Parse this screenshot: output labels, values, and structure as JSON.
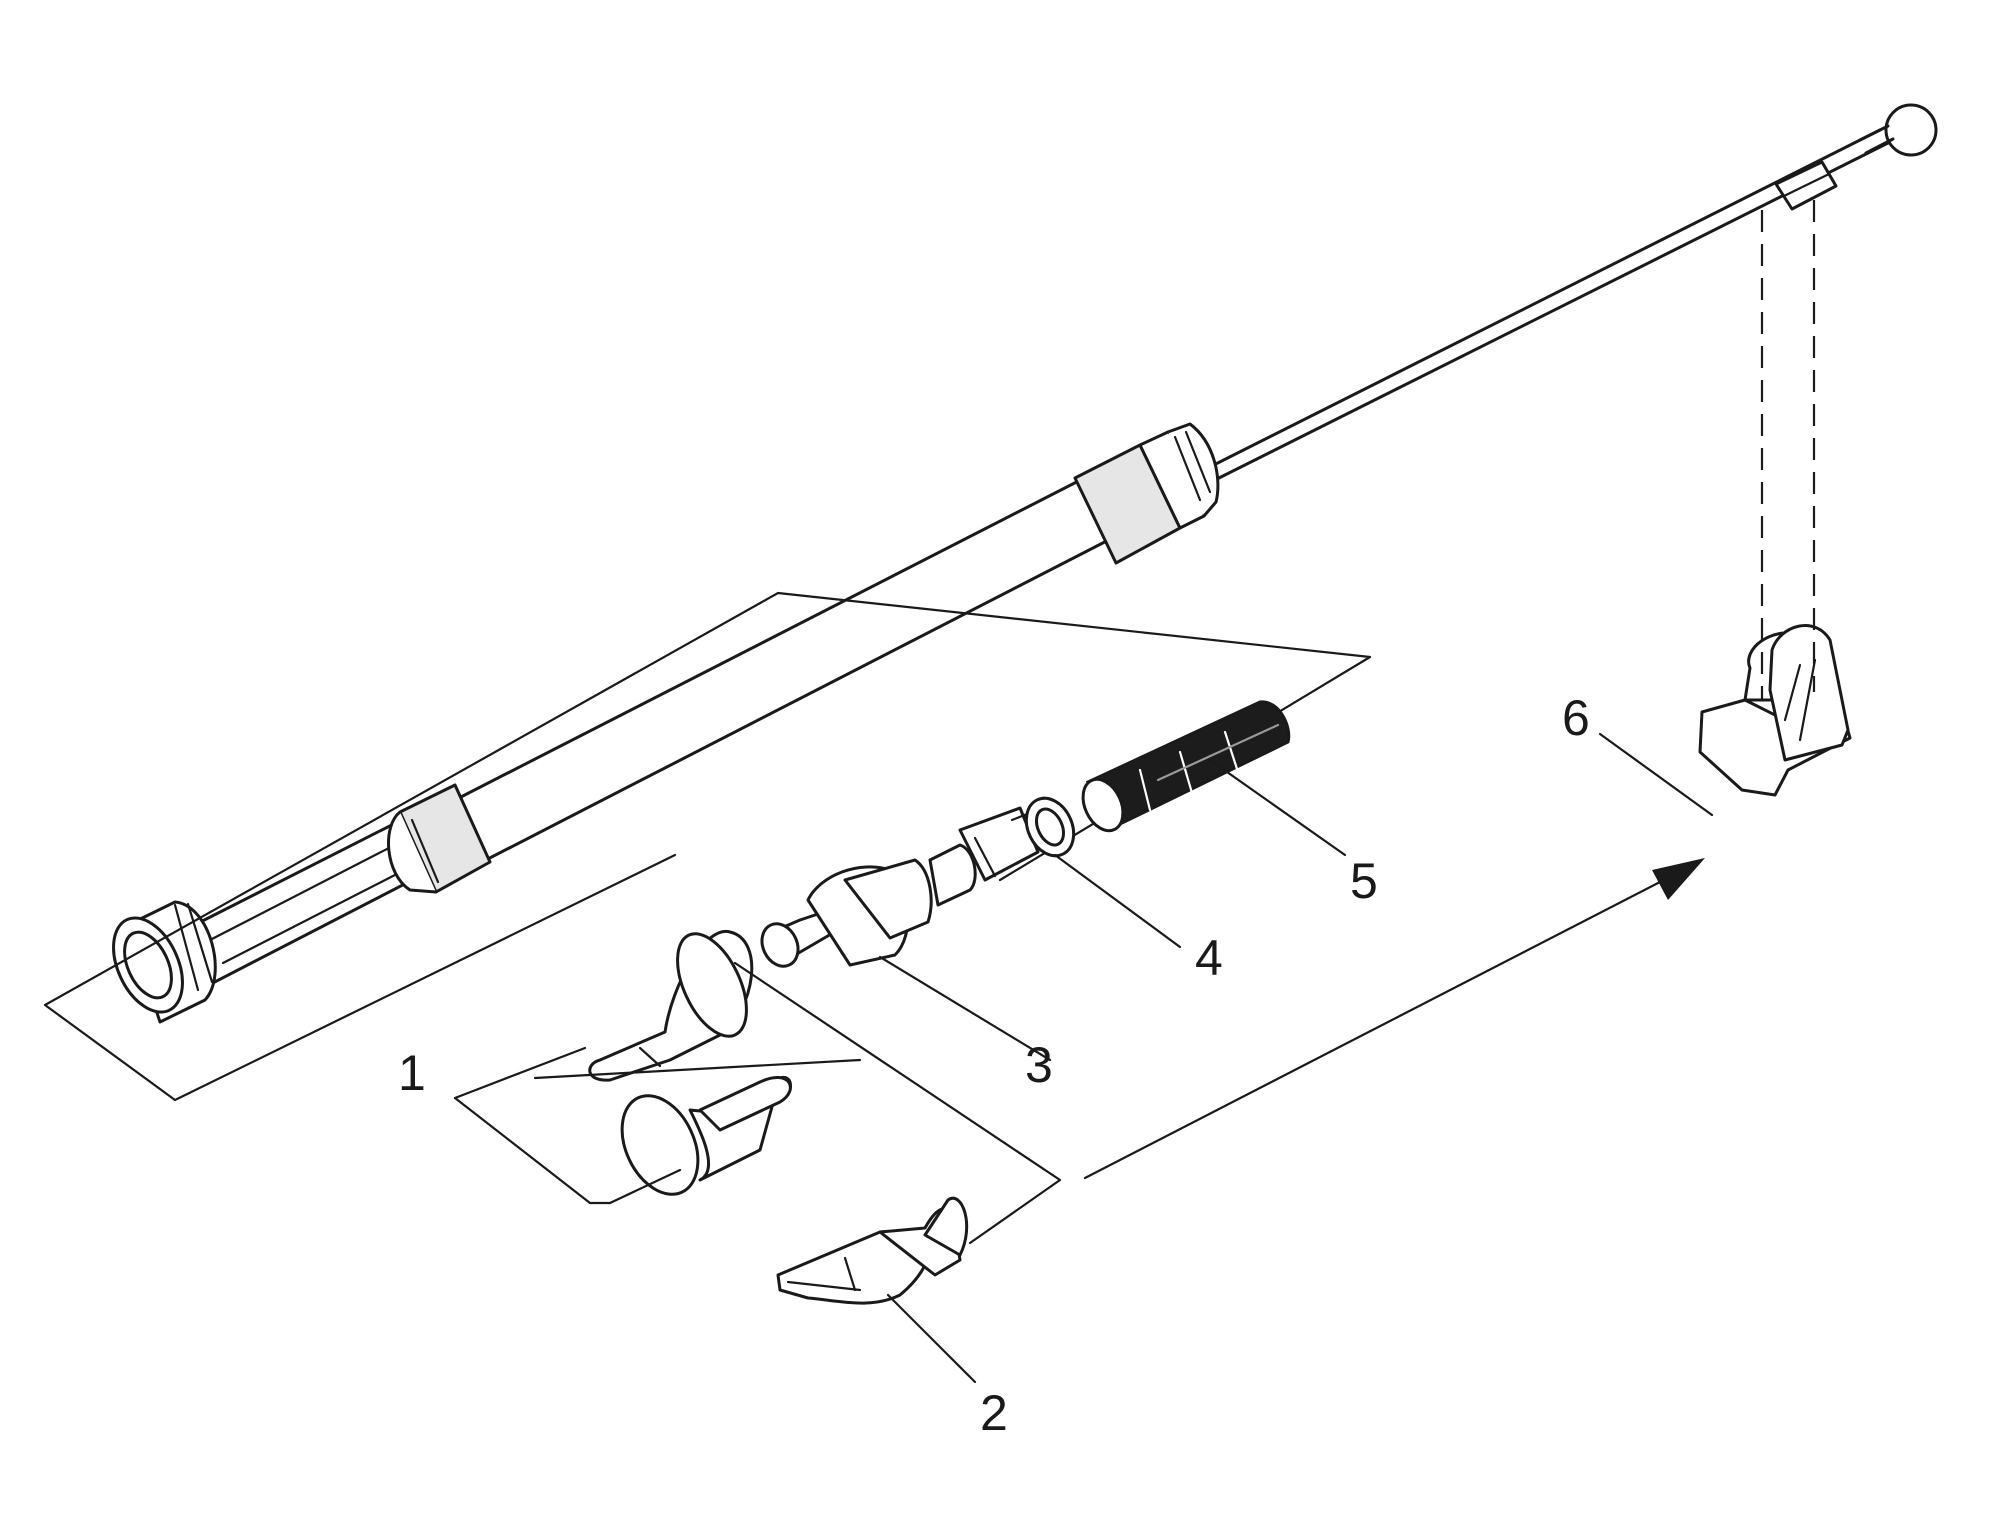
{
  "callouts": [
    {
      "number": "1",
      "part": "floor-nozzles"
    },
    {
      "number": "2",
      "part": "flat-nozzle"
    },
    {
      "number": "3",
      "part": "adapter"
    },
    {
      "number": "4",
      "part": "o-ring"
    },
    {
      "number": "5",
      "part": "filter"
    },
    {
      "number": "6",
      "part": "holder-clip"
    }
  ],
  "colors": {
    "line": "#1a1a1a",
    "background": "#ffffff",
    "filter_mesh": "#1c1c1c",
    "shading": "#e6e6e6"
  }
}
